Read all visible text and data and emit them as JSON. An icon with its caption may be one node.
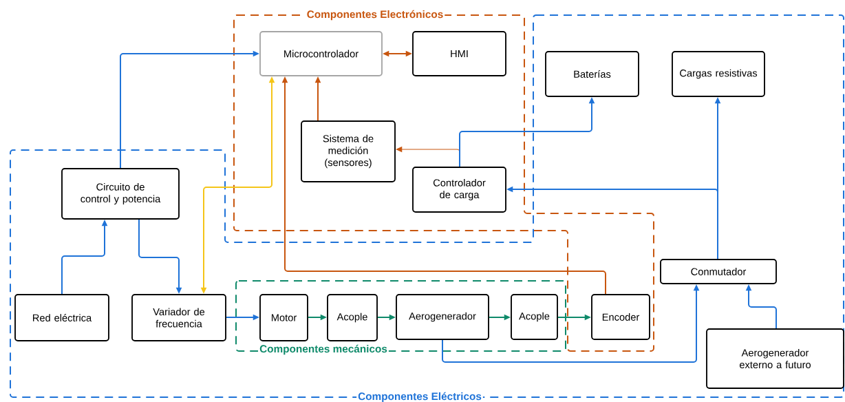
{
  "diagram": {
    "nodes": [
      {
        "text": [
          "Componentes Electrónicos"
        ]
      },
      {
        "text": [
          "Componentes mecánicos"
        ],
        "in": 2
      },
      {
        "text": [
          "Componentes Eléctricos"
        ]
      },
      {
        "text": [
          "Microcontrolador"
        ],
        "in": 0
      },
      {
        "text": [
          "HMI"
        ],
        "in": 0
      },
      {
        "text": [
          "Baterías"
        ],
        "in": 2
      },
      {
        "text": [
          "Cargas resistivas"
        ],
        "in": 2
      },
      {
        "text": [
          "Sistema de medición (sensores)"
        ],
        "in": 0
      },
      {
        "text": [
          "Circuito de control y potencia"
        ],
        "in": 2
      },
      {
        "text": [
          "Controlador de carga"
        ],
        "in": 0
      },
      {
        "text": [
          "Red eléctrica"
        ],
        "in": 2
      },
      {
        "text": [
          "Variador de frecuencia"
        ],
        "in": 2
      },
      {
        "text": [
          "Motor"
        ],
        "in": 1
      },
      {
        "text": [
          "Acople"
        ],
        "in": 1
      },
      {
        "text": [
          "Aerogenerador"
        ],
        "in": 1
      },
      {
        "text": [
          "Acople"
        ],
        "in": 1
      },
      {
        "text": [
          "Encoder"
        ],
        "in": 0
      },
      {
        "text": [
          "Conmutador"
        ],
        "in": 2
      },
      {
        "text": [
          "Aerogenerador externo a futuro"
        ],
        "in": 2
      }
    ],
    "edges": [
      {
        "from": 8,
        "to": 3,
        "arrow": "to"
      },
      {
        "from": 3,
        "to": 4,
        "arrow": "both",
        "color": "#c8560f"
      },
      {
        "from": 7,
        "to": 3,
        "arrow": "to",
        "color": "#c8560f"
      },
      {
        "from": 11,
        "to": 3,
        "arrow": "both",
        "color": "#f5c518"
      },
      {
        "from": 16,
        "to": 3,
        "arrow": "to",
        "color": "#c8560f"
      },
      {
        "from": 9,
        "to": 7,
        "arrow": "to",
        "color": "#c8560f"
      },
      {
        "from": 9,
        "to": 5,
        "arrow": "to"
      },
      {
        "from": 17,
        "to": 6,
        "arrow": "to"
      },
      {
        "from": 17,
        "to": 9,
        "arrow": "to"
      },
      {
        "from": 10,
        "to": 8,
        "arrow": "to"
      },
      {
        "from": 8,
        "to": 11,
        "arrow": "to"
      },
      {
        "from": 11,
        "to": 12,
        "arrow": "to"
      },
      {
        "from": 12,
        "to": 13,
        "arrow": "to",
        "color": "#0f8a6a"
      },
      {
        "from": 13,
        "to": 14,
        "arrow": "to",
        "color": "#0f8a6a"
      },
      {
        "from": 14,
        "to": 15,
        "arrow": "to",
        "color": "#0f8a6a"
      },
      {
        "from": 15,
        "to": 16,
        "arrow": "to",
        "color": "#0f8a6a"
      },
      {
        "from": 14,
        "to": 17,
        "arrow": "to"
      },
      {
        "from": 18,
        "to": 17,
        "arrow": "to"
      }
    ]
  }
}
